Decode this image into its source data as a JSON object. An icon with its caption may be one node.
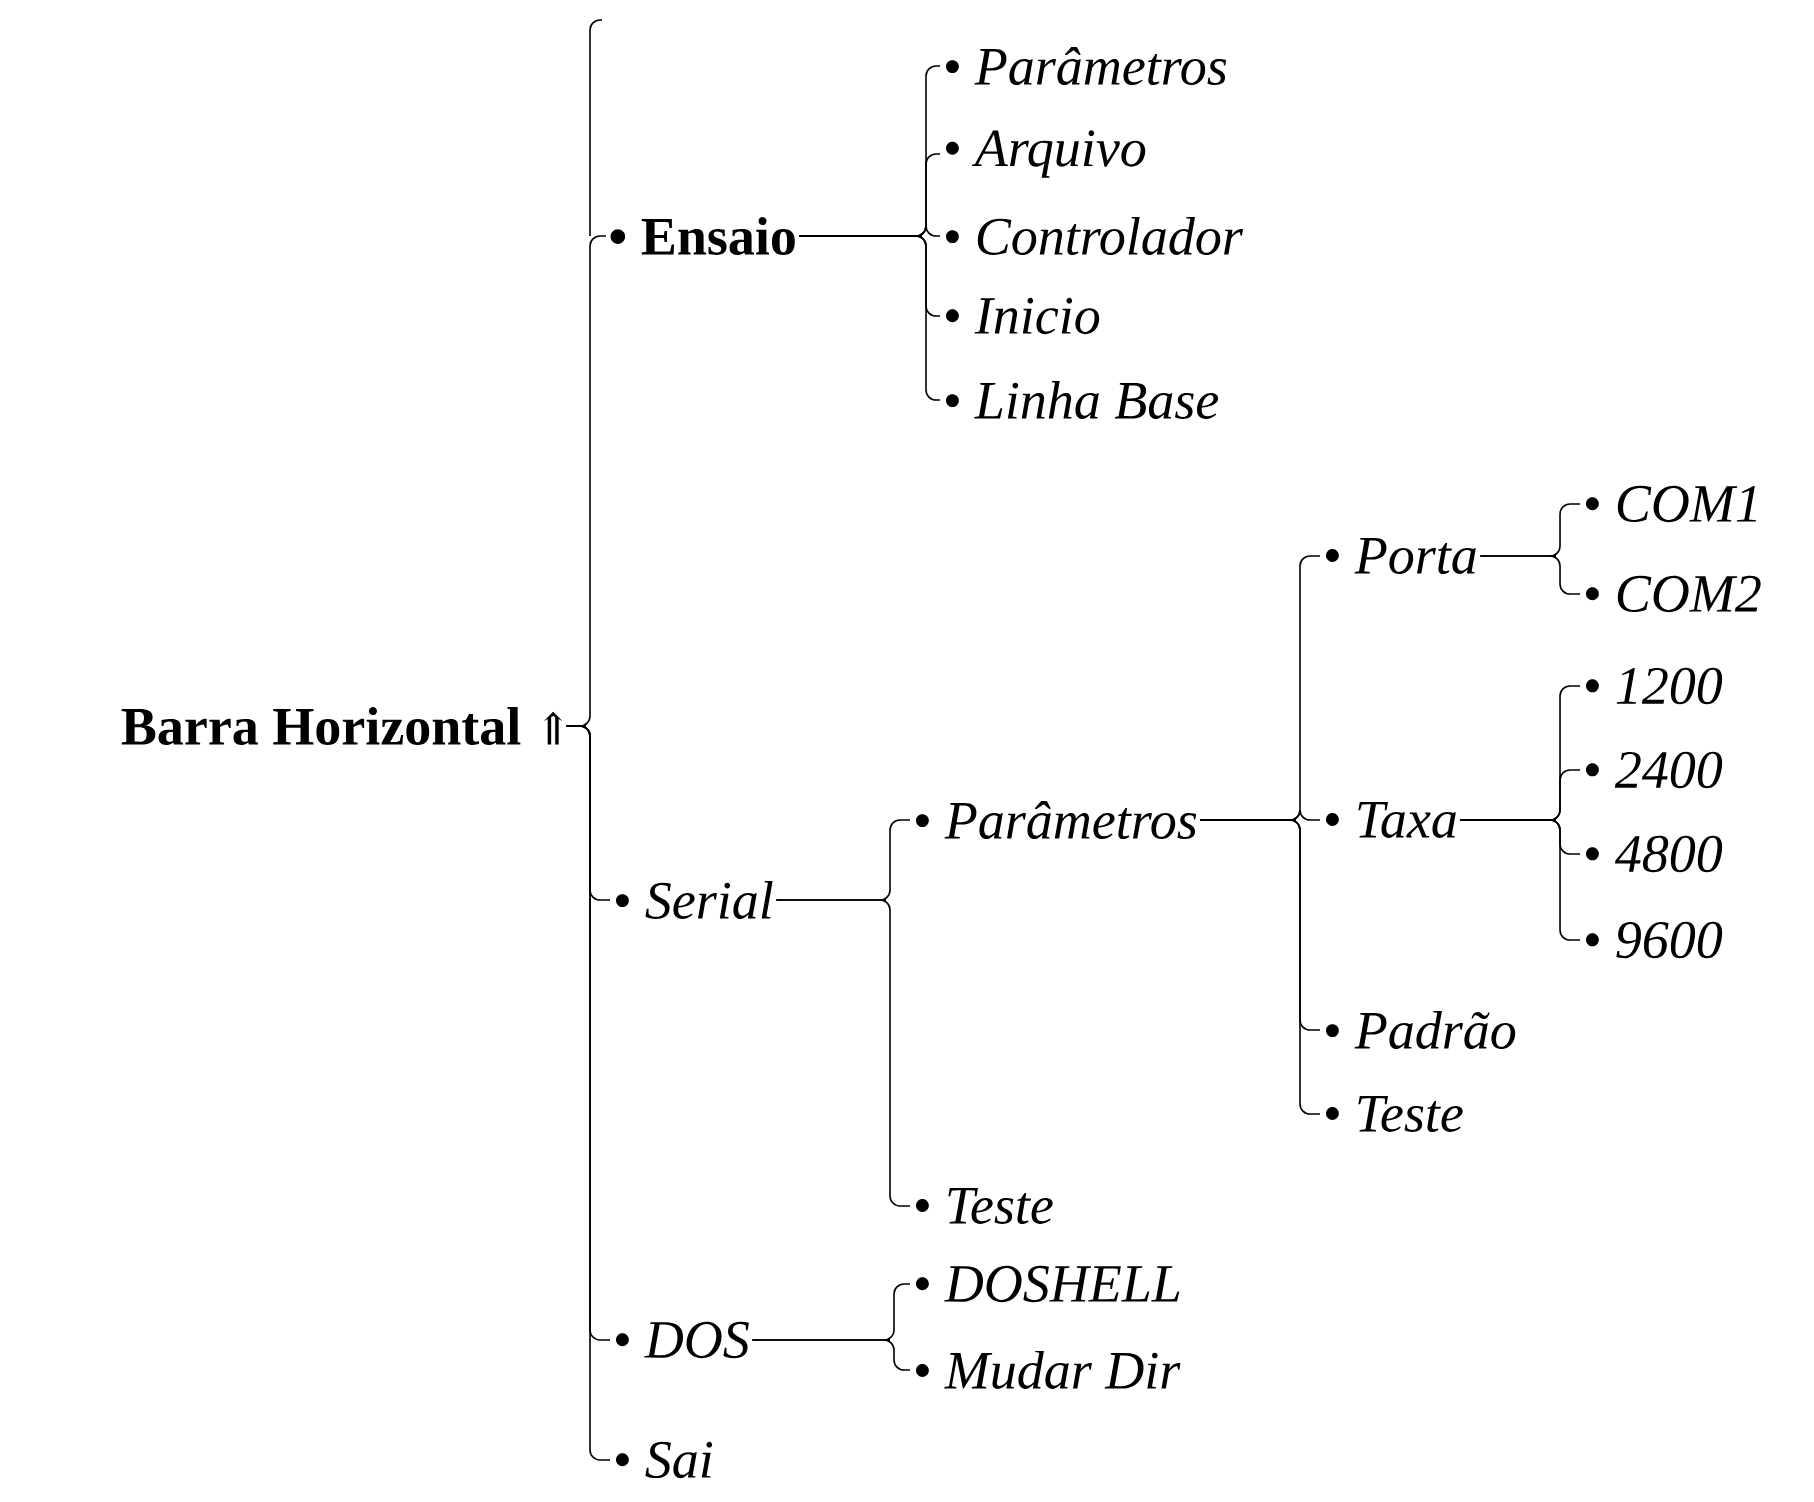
{
  "diagram": {
    "nodes": [
      {
        "text": [
          "Barra Horizontal",
          "⇑"
        ]
      },
      {
        "text": [
          "• Ensaio"
        ]
      },
      {
        "text": [
          "• Parâmetros"
        ]
      },
      {
        "text": [
          "• Arquivo"
        ]
      },
      {
        "text": [
          "• Controlador"
        ]
      },
      {
        "text": [
          "• Inicio"
        ]
      },
      {
        "text": [
          "• Linha Base"
        ]
      },
      {
        "text": [
          "• Serial"
        ]
      },
      {
        "text": [
          "• Parâmetros"
        ]
      },
      {
        "text": [
          "• Porta"
        ]
      },
      {
        "text": [
          "• COM1"
        ]
      },
      {
        "text": [
          "• COM2"
        ]
      },
      {
        "text": [
          "• Taxa"
        ]
      },
      {
        "text": [
          "• 1200"
        ]
      },
      {
        "text": [
          "• 2400"
        ]
      },
      {
        "text": [
          "• 4800"
        ]
      },
      {
        "text": [
          "• 9600"
        ]
      },
      {
        "text": [
          "• Padrão"
        ]
      },
      {
        "text": [
          "• Teste"
        ]
      },
      {
        "text": [
          "• Teste"
        ]
      },
      {
        "text": [
          "• DOS"
        ]
      },
      {
        "text": [
          "• DOSHELL"
        ]
      },
      {
        "text": [
          "• Mudar Dir"
        ]
      },
      {
        "text": [
          "• Sai"
        ]
      }
    ],
    "edges": [
      {
        "from": 0,
        "to": 1,
        "arrow": "none"
      },
      {
        "from": 0,
        "to": 7,
        "arrow": "none"
      },
      {
        "from": 0,
        "to": 20,
        "arrow": "none"
      },
      {
        "from": 0,
        "to": 23,
        "arrow": "none"
      },
      {
        "from": 1,
        "to": 2,
        "arrow": "none"
      },
      {
        "from": 1,
        "to": 3,
        "arrow": "none"
      },
      {
        "from": 1,
        "to": 4,
        "arrow": "none"
      },
      {
        "from": 1,
        "to": 5,
        "arrow": "none"
      },
      {
        "from": 1,
        "to": 6,
        "arrow": "none"
      },
      {
        "from": 7,
        "to": 8,
        "arrow": "none"
      },
      {
        "from": 7,
        "to": 19,
        "arrow": "none"
      },
      {
        "from": 8,
        "to": 9,
        "arrow": "none"
      },
      {
        "from": 8,
        "to": 12,
        "arrow": "none"
      },
      {
        "from": 8,
        "to": 17,
        "arrow": "none"
      },
      {
        "from": 8,
        "to": 18,
        "arrow": "none"
      },
      {
        "from": 9,
        "to": 10,
        "arrow": "none"
      },
      {
        "from": 9,
        "to": 11,
        "arrow": "none"
      },
      {
        "from": 12,
        "to": 13,
        "arrow": "none"
      },
      {
        "from": 12,
        "to": 14,
        "arrow": "none"
      },
      {
        "from": 12,
        "to": 15,
        "arrow": "none"
      },
      {
        "from": 12,
        "to": 16,
        "arrow": "none"
      },
      {
        "from": 20,
        "to": 21,
        "arrow": "none"
      },
      {
        "from": 20,
        "to": 22,
        "arrow": "none"
      }
    ]
  }
}
